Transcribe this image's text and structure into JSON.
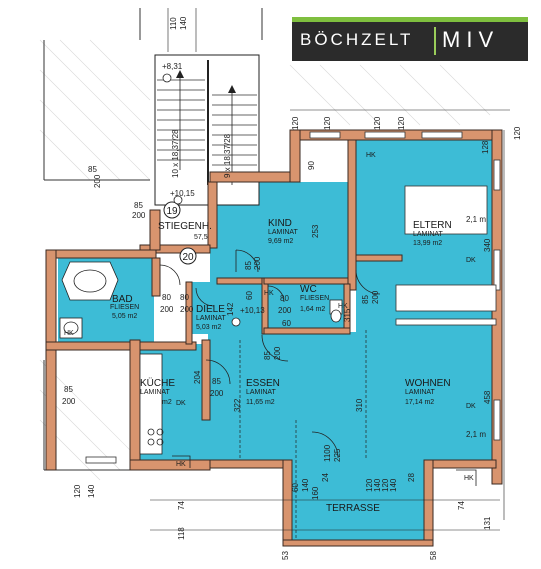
{
  "logo": {
    "name": "BÖCHZELT",
    "brand": "MIV"
  },
  "colors": {
    "room_fill": "#3dbcd6",
    "wall": "#d8946e",
    "wall_outline": "#3a2a22",
    "line": "#222222",
    "logo_bg": "#2b2b2b",
    "logo_accent": "#7fbf3f"
  },
  "rooms": {
    "kind": {
      "name": "KIND",
      "floor": "LAMINAT",
      "area": "9,69 m2"
    },
    "eltern": {
      "name": "ELTERN",
      "floor": "LAMINAT",
      "area": "13,99 m2"
    },
    "bad": {
      "name": "BAD",
      "floor": "FLIESEN",
      "area": "5,05 m2"
    },
    "diele": {
      "name": "DIELE",
      "floor": "LAMINAT",
      "area": "5,03 m2"
    },
    "wc": {
      "name": "WC",
      "floor": "FLIESEN",
      "area": "1,64 m2"
    },
    "kueche": {
      "name": "KÜCHE",
      "floor": "LAMINAT",
      "area": "m2"
    },
    "essen": {
      "name": "ESSEN",
      "floor": "LAMINAT",
      "area": "11,65 m2"
    },
    "wohnen": {
      "name": "WOHNEN",
      "floor": "LAMINAT",
      "area": "17,14 m2"
    },
    "terrasse": {
      "name": "TERRASSE"
    },
    "stiegenhaus": {
      "name": "STIEGENH.",
      "value": "57,5"
    }
  },
  "stairs": [
    "10 x 18,37/28",
    "9 x 18,37/28"
  ],
  "levels": [
    "+8,31",
    "+10,15",
    "+10,13"
  ],
  "markers": [
    "19",
    "20"
  ],
  "labels": {
    "hk": "HK",
    "dk": "DK",
    "height": "2,1 m"
  },
  "dimensions": {
    "top": [
      "110",
      "140",
      "120",
      "120",
      "120",
      "120",
      "120",
      "128"
    ],
    "left_door": [
      "85",
      "200"
    ],
    "stair_door": [
      "85",
      "200"
    ],
    "bottom_left": [
      "120",
      "140"
    ],
    "bottom_left_door": [
      "85",
      "200"
    ],
    "door_kind": [
      "85",
      "200"
    ],
    "door_eltern": [
      "85",
      "200"
    ],
    "door_bad": [
      "80",
      "200"
    ],
    "door_diele": [
      "80",
      "200"
    ],
    "door_wc": [
      "80",
      "200"
    ],
    "door_essen": [
      "85",
      "200"
    ],
    "door_kueche": [
      "85",
      "200"
    ],
    "wall_values": [
      "253",
      "142",
      "315",
      "310",
      "322",
      "204",
      "458",
      "340",
      "90",
      "60",
      "60"
    ],
    "terrace_window": [
      "1100",
      "225"
    ],
    "terrace_left": [
      "60",
      "140"
    ],
    "terrace_right": [
      "120",
      "120",
      "140",
      "140"
    ],
    "bottom": [
      "74",
      "118",
      "74",
      "131",
      "53",
      "160",
      "58",
      "24",
      "28"
    ]
  }
}
